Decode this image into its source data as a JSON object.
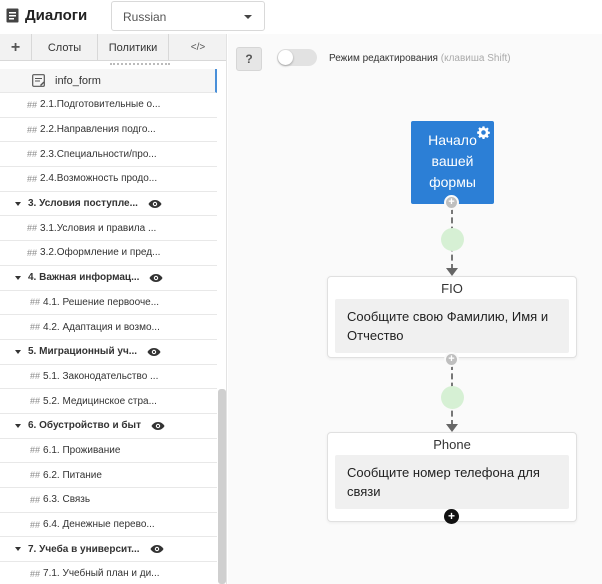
{
  "app": {
    "title": "Диалоги",
    "title_icon": "document-icon"
  },
  "language": {
    "selected": "Russian"
  },
  "left_tabs": [
    {
      "label": "+"
    },
    {
      "label": "Слоты"
    },
    {
      "label": "Политики"
    },
    {
      "label": "</>"
    }
  ],
  "tree": {
    "form_item": "info_form",
    "rows": [
      {
        "type": "sub",
        "text": "2.1.Подготовительные о..."
      },
      {
        "type": "sub",
        "text": "2.2.Направления подго..."
      },
      {
        "type": "sub",
        "text": "2.3.Специальности/про..."
      },
      {
        "type": "sub",
        "text": "2.4.Возможность продо..."
      },
      {
        "type": "head",
        "text": "3. Условия поступле...",
        "eye": true
      },
      {
        "type": "sub",
        "text": "3.1.Условия и правила ..."
      },
      {
        "type": "sub",
        "text": "3.2.Оформление и пред..."
      },
      {
        "type": "head",
        "text": "4. Важная информац...",
        "eye": true
      },
      {
        "type": "sub",
        "inset": true,
        "text": "4.1. Решение первооче..."
      },
      {
        "type": "sub",
        "inset": true,
        "text": "4.2. Адаптация и возмо..."
      },
      {
        "type": "head",
        "text": "5. Миграционный уч...",
        "eye": true
      },
      {
        "type": "sub",
        "inset": true,
        "text": "5.1. Законодательство ..."
      },
      {
        "type": "sub",
        "inset": true,
        "text": "5.2. Медицинское стра..."
      },
      {
        "type": "head",
        "text": "6. Обустройство и быт",
        "eye": true
      },
      {
        "type": "sub",
        "inset": true,
        "text": "6.1. Проживание"
      },
      {
        "type": "sub",
        "inset": true,
        "text": "6.2. Питание"
      },
      {
        "type": "sub",
        "inset": true,
        "text": "6.3. Связь"
      },
      {
        "type": "sub",
        "inset": true,
        "text": "6.4. Денежные перево..."
      },
      {
        "type": "head",
        "text": "7. Учеба в университ...",
        "eye": true
      },
      {
        "type": "sub",
        "inset": true,
        "text": "7.1. Учебный план и ди..."
      }
    ],
    "hash_marker": "##"
  },
  "canvas": {
    "help_label": "?",
    "edit_mode_label": "Режим редактирования",
    "edit_mode_hint": "(клавиша Shift)",
    "edit_mode_on": false,
    "start_node": {
      "lines": [
        "Начало",
        "вашей",
        "формы"
      ]
    },
    "nodes": [
      {
        "title": "FIO",
        "body": "Сообщите свою Фамилию, Имя и Отчество"
      },
      {
        "title": "Phone",
        "body": "Сообщите номер телефона для связи"
      }
    ],
    "connector_plus": "+"
  },
  "colors": {
    "accent": "#2c7fd6",
    "connector_green": "#d6f0d4"
  }
}
